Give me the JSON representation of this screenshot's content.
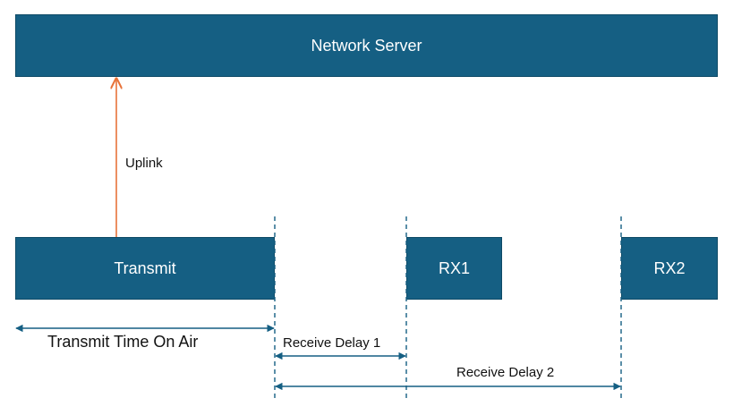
{
  "boxes": {
    "network_server": "Network Server",
    "transmit": "Transmit",
    "rx1": "RX1",
    "rx2": "RX2"
  },
  "labels": {
    "uplink": "Uplink",
    "transmit_time_on_air": "Transmit Time On Air",
    "receive_delay_1": "Receive Delay 1",
    "receive_delay_2": "Receive Delay 2"
  },
  "colors": {
    "box_fill": "#155f83",
    "uplink_arrow": "#e8733a",
    "timing_arrow": "#155f83"
  }
}
